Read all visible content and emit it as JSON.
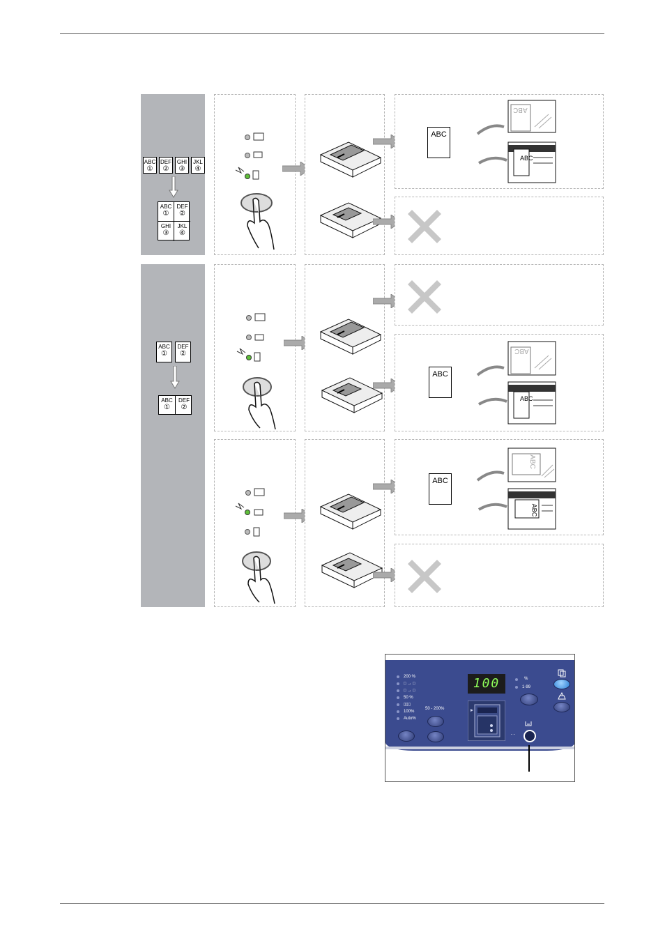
{
  "tile_labels": {
    "abc": "ABC",
    "def": "DEF",
    "ghi": "GHI",
    "jkl": "JKL",
    "n1": "①",
    "n2": "②",
    "n3": "③",
    "n4": "④"
  },
  "result_doc_label": "ABC",
  "orient_label": "ABC",
  "control_panel": {
    "display_value": "100",
    "reduce_enlarge_options": [
      "200 %",
      "□ → □",
      "□ → □",
      "50 %",
      "▯▯▯",
      "100%",
      "Auto%"
    ],
    "range_label": "50 - 200%",
    "percent_label": "%",
    "qty_label": "1-99",
    "dots_label": "- -"
  },
  "colors": {
    "panel_bg": "#3b4b8f",
    "grey_bar": "#b3b5b9",
    "led_on": "#5fbf3a",
    "dashed": "#b5b5b5"
  }
}
